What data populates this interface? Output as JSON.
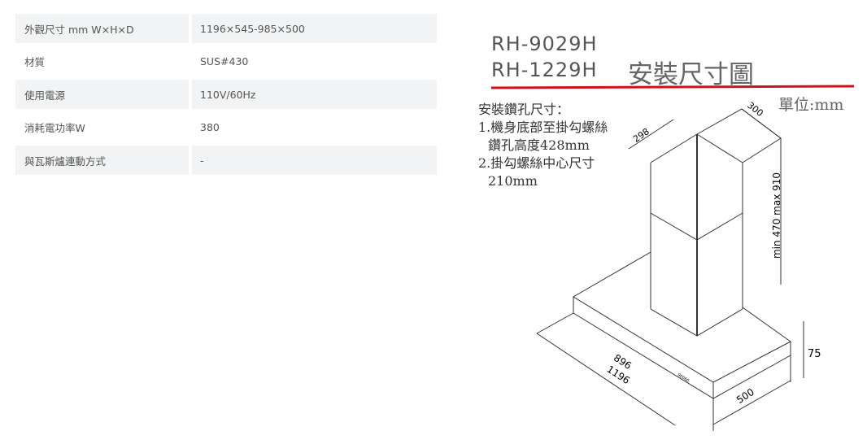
{
  "specs": [
    {
      "label": "外觀尺寸 mm W×H×D",
      "value": "1196×545-985×500"
    },
    {
      "label": "材質",
      "value": "SUS#430"
    },
    {
      "label": "使用電源",
      "value": "110V/60Hz"
    },
    {
      "label": "消耗電功率W",
      "value": "380"
    },
    {
      "label": "與瓦斯爐連動方式",
      "value": "-"
    }
  ],
  "diagram": {
    "model1": "RH-9029H",
    "model2": "RH-1229H",
    "title": "安裝尺寸圖",
    "unit": "單位:mm",
    "notes": [
      "安裝鑽孔尺寸：",
      "1.機身底部至掛勾螺絲",
      "鑽孔高度428mm",
      "2.掛勾螺絲中心尺寸",
      "210mm"
    ],
    "dims": {
      "d298": "298",
      "d300": "300",
      "height": "min 470 max 910",
      "d75": "75",
      "d896": "896",
      "d1196": "1196",
      "d500": "500",
      "label": "90060"
    },
    "accent": "#d0101a"
  }
}
